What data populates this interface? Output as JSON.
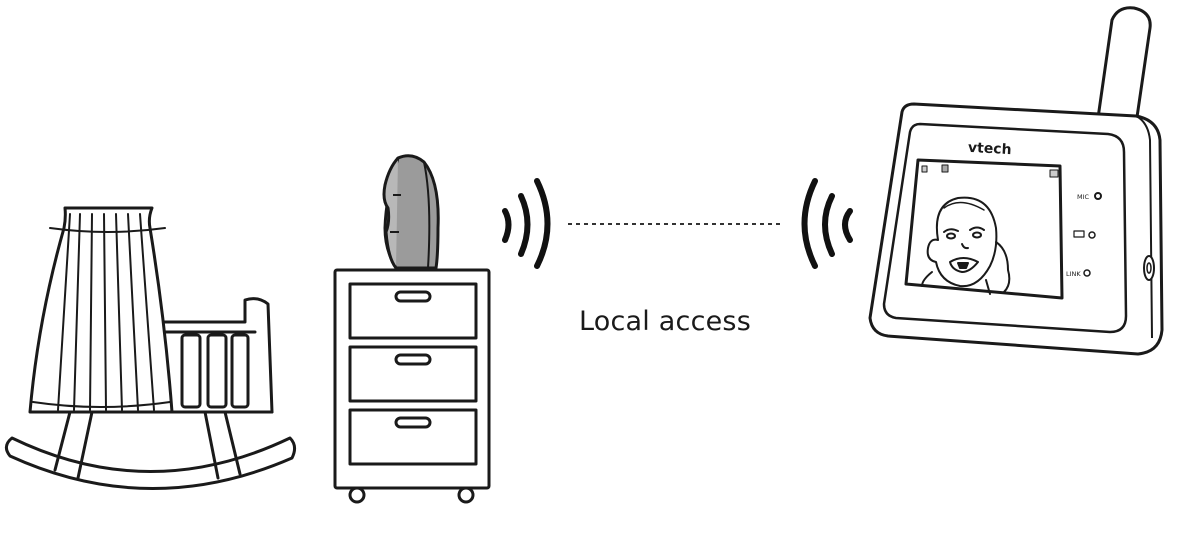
{
  "diagram": {
    "caption": "Local access",
    "monitor": {
      "brand": "vtech",
      "indicators": [
        {
          "label": "MIC"
        },
        {
          "label": "LINK"
        }
      ]
    }
  }
}
